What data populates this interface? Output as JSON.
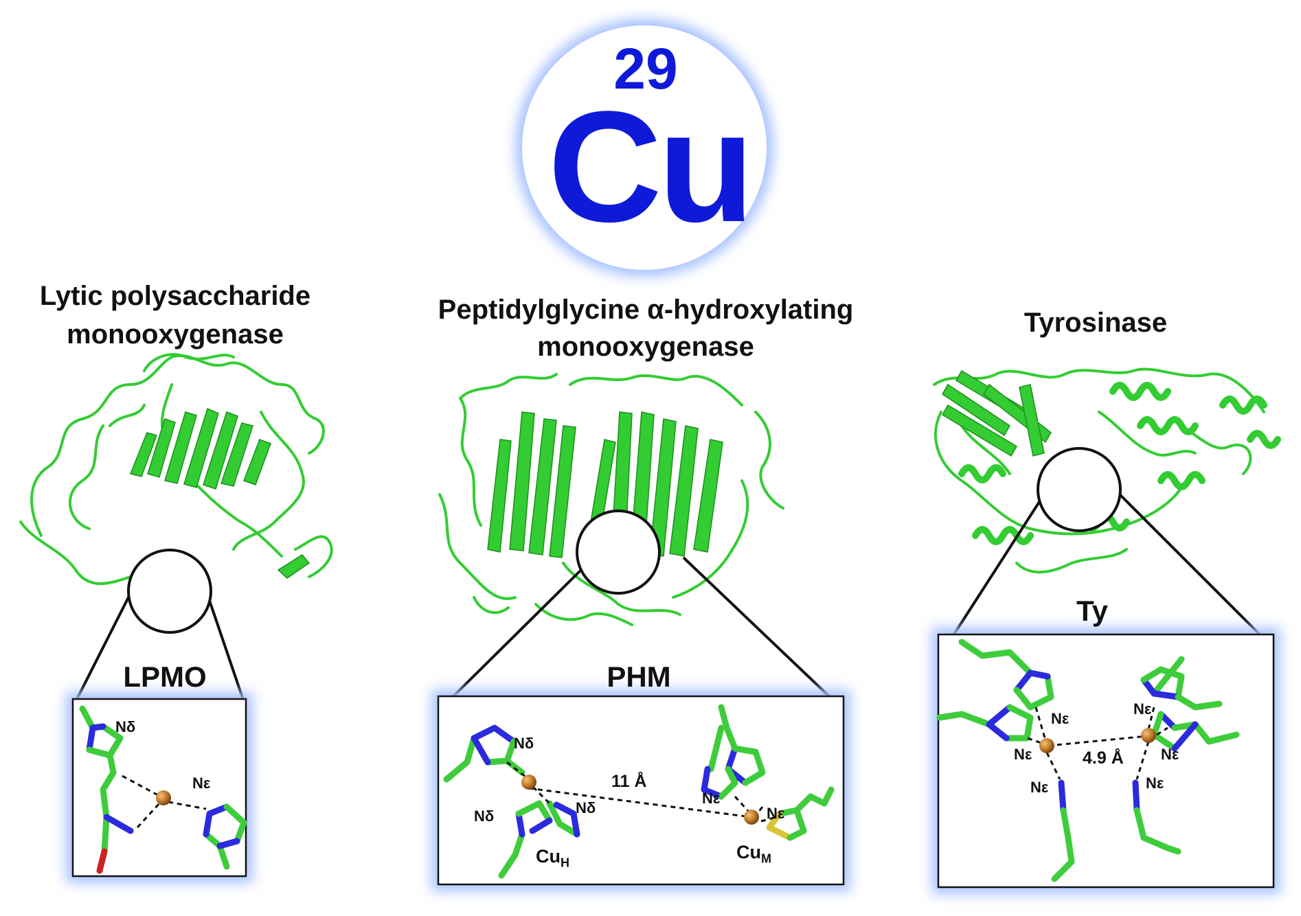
{
  "element": {
    "atomic_number": "29",
    "symbol": "Cu",
    "text_color": "#0e1ad8",
    "halo_color": "#9bb8ff"
  },
  "proteins": [
    {
      "name_line1": "Lytic polysaccharide",
      "name_line2": "monooxygenase",
      "abbreviation": "LPMO",
      "site_labels": [
        "Nδ",
        "Nε"
      ]
    },
    {
      "name_line1": "Peptidylglycine α-hydroxylating",
      "name_line2": "monooxygenase",
      "abbreviation": "PHM",
      "site_labels": [
        "Nδ",
        "Nδ",
        "Nδ",
        "Nε",
        "Nε"
      ],
      "distance": "11 Å",
      "cu_h": {
        "main": "Cu",
        "sub": "H"
      },
      "cu_m": {
        "main": "Cu",
        "sub": "M"
      }
    },
    {
      "name_line1": "Tyrosinase",
      "abbreviation": "Ty",
      "site_labels": [
        "Nε",
        "Nε",
        "Nε",
        "Nε",
        "Nε",
        "Nε"
      ],
      "distance": "4.9 Å"
    }
  ],
  "colors": {
    "carbon": "#3fcc3c",
    "nitrogen": "#2b2bdd",
    "oxygen": "#cc2222",
    "sulfur": "#d9c53a",
    "copper": "#c07a2a",
    "ribbon": "#33cc33"
  }
}
